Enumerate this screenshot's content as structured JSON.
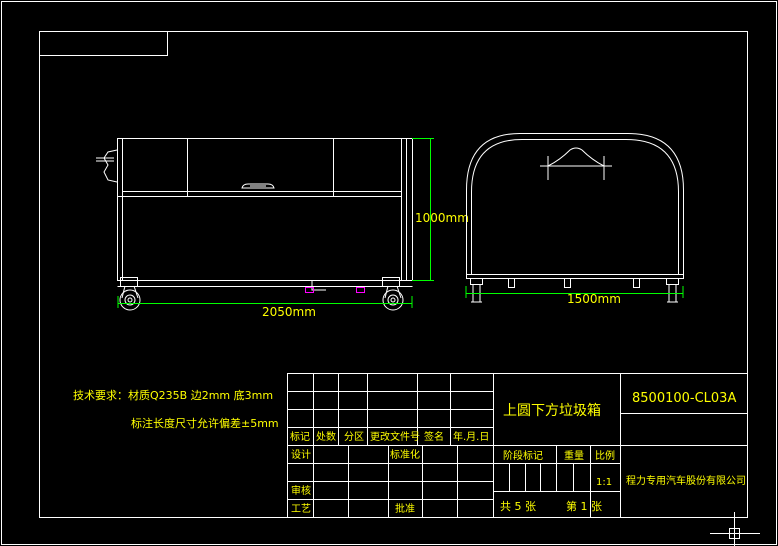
{
  "drawing": {
    "tech_req_line1": "技术要求：材质Q235B 边2mm 底3mm",
    "tech_req_line2": "标注长度尺寸允许偏差±5mm",
    "dim_length": "2050mm",
    "dim_height": "1000mm",
    "dim_width": "1500mm"
  },
  "title_block": {
    "part_name": "上圆下方垃圾箱",
    "drawing_no": "8500100-CL03A",
    "company": "程力专用汽车股份有限公司",
    "scale": "1:1",
    "sheet_total": "共 5 张",
    "sheet_no": "第 1 张",
    "labels": {
      "mark": "标记",
      "count": "处数",
      "zone": "分区",
      "change_doc": "更改文件号",
      "signature": "签名",
      "date": "年.月.日",
      "design": "设计",
      "standardize": "标准化",
      "stage_mark": "阶段标记",
      "weight": "重量",
      "scale_label": "比例",
      "review": "审核",
      "process": "工艺",
      "approve": "批准"
    }
  },
  "colors": {
    "background": "#000000",
    "line": "#ffffff",
    "dimension": "#00ff00",
    "text": "#ffff00",
    "accent": "#ff00ff"
  }
}
